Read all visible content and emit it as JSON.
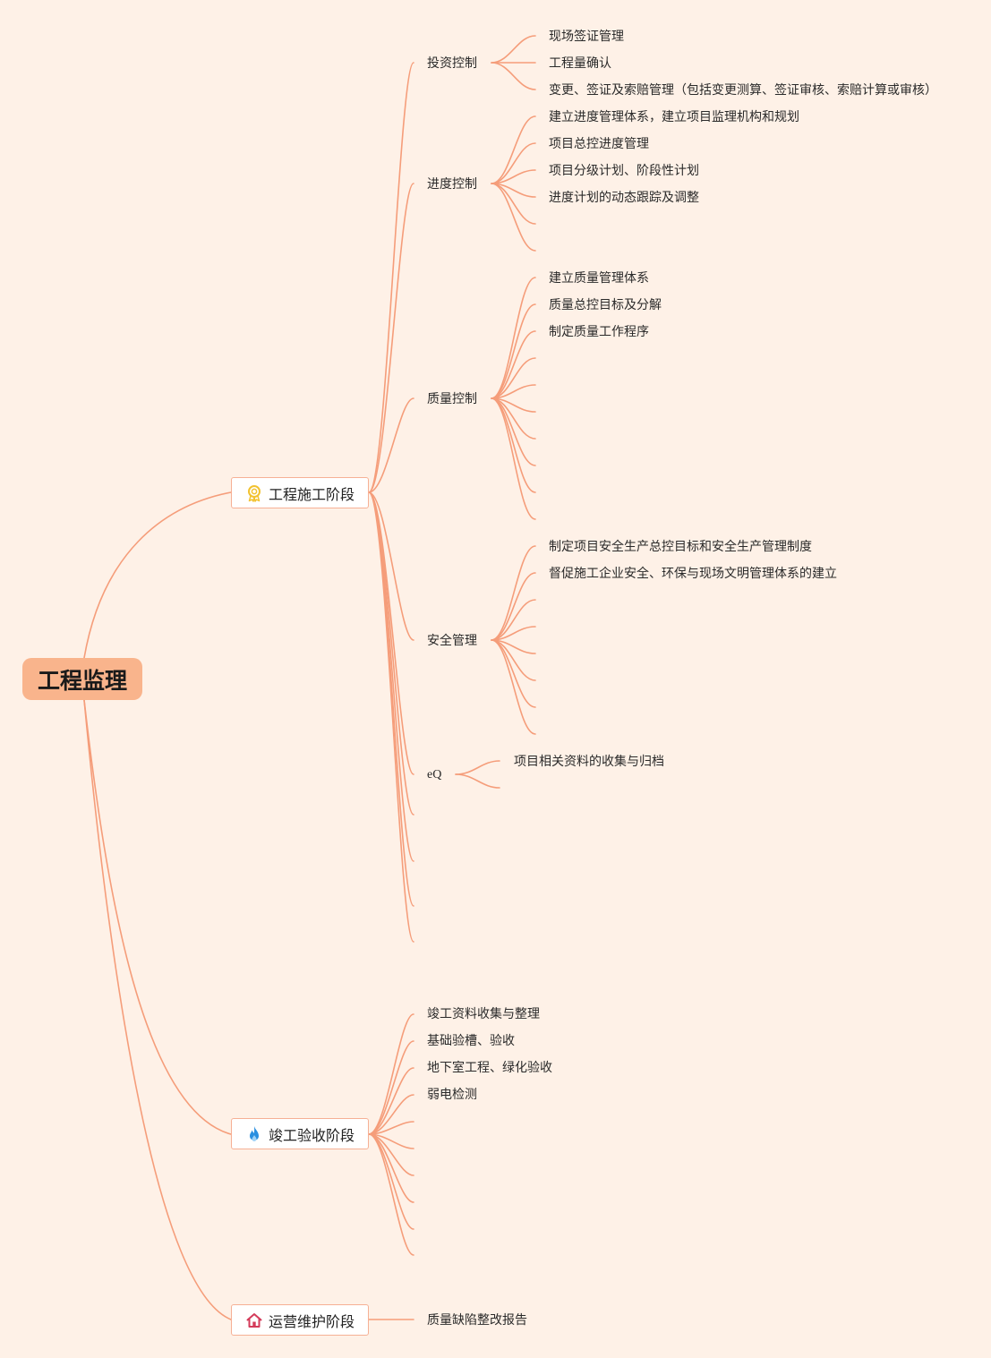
{
  "root": {
    "title": "工程监理"
  },
  "stages": [
    {
      "label": "工程施工阶段",
      "icon": "award-ribbon-icon",
      "icon_color": "#f2c230"
    },
    {
      "label": "竣工验收阶段",
      "icon": "flame-icon",
      "icon_color": "#2a8fe0"
    },
    {
      "label": "运营维护阶段",
      "icon": "house-icon",
      "icon_color": "#d43b5a"
    }
  ],
  "construction": {
    "investment": {
      "label": "投资控制",
      "items": [
        "现场签证管理",
        "工程量确认",
        "变更、签证及索赔管理（包括变更测算、签证审核、索赔计算或审核）"
      ]
    },
    "schedule": {
      "label": "进度控制",
      "items": [
        "建立进度管理体系，建立项目监理机构和规划",
        "项目总控进度管理",
        "项目分级计划、阶段性计划",
        "进度计划的动态跟踪及调整"
      ]
    },
    "quality": {
      "label": "质量控制",
      "items": [
        "建立质量管理体系",
        "质量总控目标及分解",
        "制定质量工作程序"
      ]
    },
    "safety": {
      "label": "安全管理",
      "items": [
        "制定项目安全生产总控目标和安全生产管理制度",
        "督促施工企业安全、环保与现场文明管理体系的建立"
      ]
    },
    "eq": {
      "label": "eQ",
      "items": [
        "项目相关资料的收集与归档"
      ]
    }
  },
  "completion": {
    "items": [
      "竣工资料收集与整理",
      "基础验槽、验收",
      "地下室工程、绿化验收",
      "弱电检测"
    ]
  },
  "maintenance": {
    "items": [
      "质量缺陷整改报告"
    ]
  },
  "colors": {
    "background": "#fef1e7",
    "link": "#f59d7a",
    "root_fill": "#f9b48c",
    "stage_border": "#f6b095"
  }
}
